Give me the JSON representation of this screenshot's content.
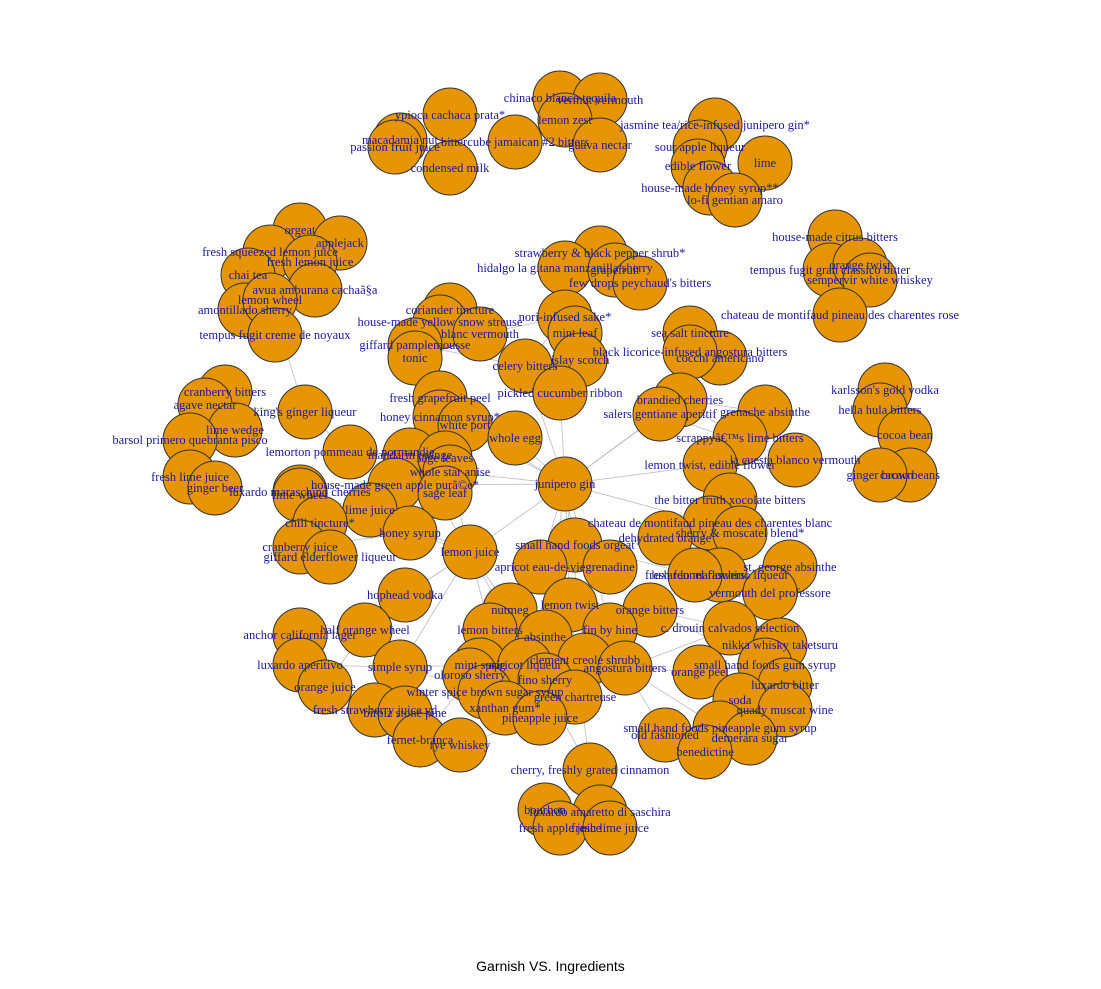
{
  "title": "Garnish VS. Ingredients",
  "colors": {
    "node_fill": "#e69500",
    "node_stroke": "#333333",
    "label": "#1a1aa0",
    "edge": "#bdbdbd"
  },
  "nodes": [
    {
      "id": "n1",
      "label": "chinaco blanco tequila"
    },
    {
      "id": "n2",
      "label": "vermut vermouth"
    },
    {
      "id": "n3",
      "label": "ypioca cachaca prata*"
    },
    {
      "id": "n4",
      "label": "lemon zest"
    },
    {
      "id": "n5",
      "label": "macadamia nut"
    },
    {
      "id": "n6",
      "label": "bittercube jamaican #2 bitters"
    },
    {
      "id": "n7",
      "label": "passion fruit juice"
    },
    {
      "id": "n8",
      "label": "guava nectar"
    },
    {
      "id": "n9",
      "label": "condensed milk"
    },
    {
      "id": "n10",
      "label": "jasmine tea/rice-infused junipero gin*"
    },
    {
      "id": "n11",
      "label": "sour apple liqueur"
    },
    {
      "id": "n12",
      "label": "edible flower"
    },
    {
      "id": "n13",
      "label": "lime"
    },
    {
      "id": "n14",
      "label": "house-made honey syrup**"
    },
    {
      "id": "n15",
      "label": "lo-fi gentian amaro"
    },
    {
      "id": "n16",
      "label": "orgeat"
    },
    {
      "id": "n17",
      "label": "applejack"
    },
    {
      "id": "n18",
      "label": "fresh squeezed lemon juice"
    },
    {
      "id": "n19",
      "label": "fresh lemon juice"
    },
    {
      "id": "n20",
      "label": "chai tea"
    },
    {
      "id": "n21",
      "label": "avua amburana cachaã§a"
    },
    {
      "id": "n22",
      "label": "amontillado sherry"
    },
    {
      "id": "n23",
      "label": "lemon wheel"
    },
    {
      "id": "n24",
      "label": "tempus fugit creme de noyaux"
    },
    {
      "id": "n25",
      "label": "house-made citrus bitters"
    },
    {
      "id": "n26",
      "label": "tempus fugit gran classico bitter"
    },
    {
      "id": "n27",
      "label": "orange twist"
    },
    {
      "id": "n28",
      "label": "sempervir white whiskey"
    },
    {
      "id": "n29",
      "label": "chateau de montifaud pineau des charentes rose"
    },
    {
      "id": "n30",
      "label": "strawberry & black pepper shrub*"
    },
    {
      "id": "n31",
      "label": "hidalgo la gitana manzanilla sherry"
    },
    {
      "id": "n32",
      "label": "grapefruit"
    },
    {
      "id": "n33",
      "label": "few drops peychaud's bitters"
    },
    {
      "id": "n34",
      "label": "coriander tincture"
    },
    {
      "id": "n35",
      "label": "house-made yellow snow streuse"
    },
    {
      "id": "n36",
      "label": "nori-infused sake*"
    },
    {
      "id": "n37",
      "label": "blanc vermouth"
    },
    {
      "id": "n38",
      "label": "mint leaf"
    },
    {
      "id": "n39",
      "label": "sea salt tincture"
    },
    {
      "id": "n40",
      "label": "giffard pamplemousse"
    },
    {
      "id": "n41",
      "label": "tonic"
    },
    {
      "id": "n42",
      "label": "celery bitters"
    },
    {
      "id": "n43",
      "label": "islay scotch"
    },
    {
      "id": "n44",
      "label": "cocchi americano"
    },
    {
      "id": "n45",
      "label": "black licorice-infused angostura bitters"
    },
    {
      "id": "n46",
      "label": "cranberry bitters"
    },
    {
      "id": "n47",
      "label": "agave nectar"
    },
    {
      "id": "n48",
      "label": "king's ginger liqueur"
    },
    {
      "id": "n49",
      "label": "lime wedge"
    },
    {
      "id": "n50",
      "label": "barsol primero quebranta pisco"
    },
    {
      "id": "n51",
      "label": "fresh lime juice"
    },
    {
      "id": "n52",
      "label": "ginger beer"
    },
    {
      "id": "n53",
      "label": "fresh grapefruit peel"
    },
    {
      "id": "n54",
      "label": "pickled cucumber ribbon"
    },
    {
      "id": "n55",
      "label": "brandied cherries"
    },
    {
      "id": "n56",
      "label": "honey cinnamon syrup*"
    },
    {
      "id": "n57",
      "label": "white port"
    },
    {
      "id": "n58",
      "label": "salers gentiane aperitif"
    },
    {
      "id": "n59",
      "label": "grenache absinthe"
    },
    {
      "id": "n60",
      "label": "whole egg"
    },
    {
      "id": "n61",
      "label": "scrappyâ€™s lime bitters"
    },
    {
      "id": "n62",
      "label": "karlsson's gold vodka"
    },
    {
      "id": "n63",
      "label": "hella hula bitters"
    },
    {
      "id": "n64",
      "label": "cocoa bean"
    },
    {
      "id": "n65",
      "label": "cacao beans"
    },
    {
      "id": "n66",
      "label": "ginger brown"
    },
    {
      "id": "n67",
      "label": "lemorton pommeau de normandie"
    },
    {
      "id": "n68",
      "label": "mandarin orange"
    },
    {
      "id": "n69",
      "label": "sage leaves"
    },
    {
      "id": "n70",
      "label": "whole star anise"
    },
    {
      "id": "n71",
      "label": "lemon twist, edible flower"
    },
    {
      "id": "n72",
      "label": "la cuesta blanco vermouth"
    },
    {
      "id": "n73",
      "label": "house-made green apple purã©e*"
    },
    {
      "id": "n74",
      "label": "junipero gin"
    },
    {
      "id": "n75",
      "label": "luxardo maraschino cherries"
    },
    {
      "id": "n76",
      "label": "lime juice"
    },
    {
      "id": "n77",
      "label": "sage leaf"
    },
    {
      "id": "n78",
      "label": "the bitter truth xocolate bitters"
    },
    {
      "id": "n79",
      "label": "lime wheel"
    },
    {
      "id": "n80",
      "label": "chateau de montifaud pineau des charentes blanc"
    },
    {
      "id": "n81",
      "label": "chili tincture*"
    },
    {
      "id": "n82",
      "label": "honey syrup"
    },
    {
      "id": "n83",
      "label": "dehydrated orange"
    },
    {
      "id": "n84",
      "label": "sherry & moscatel blend*"
    },
    {
      "id": "n85",
      "label": "cranberry juice"
    },
    {
      "id": "n86",
      "label": "giffard elderflower liqueur"
    },
    {
      "id": "n87",
      "label": "lemon juice"
    },
    {
      "id": "n88",
      "label": "small hand foods orgeat"
    },
    {
      "id": "n89",
      "label": "apricot eau-de-vie"
    },
    {
      "id": "n90",
      "label": "grenadine"
    },
    {
      "id": "n91",
      "label": "luxardo maraschino liqueur"
    },
    {
      "id": "n92",
      "label": "st. george absinthe"
    },
    {
      "id": "n93",
      "label": "fresh fennel flowers"
    },
    {
      "id": "n94",
      "label": "hophead vodka"
    },
    {
      "id": "n95",
      "label": "vermouth del professore"
    },
    {
      "id": "n96",
      "label": "half orange wheel"
    },
    {
      "id": "n97",
      "label": "anchor california lager"
    },
    {
      "id": "n98",
      "label": "nutmeg"
    },
    {
      "id": "n99",
      "label": "lemon twist"
    },
    {
      "id": "n100",
      "label": "orange bitters"
    },
    {
      "id": "n101",
      "label": "lemon bitters"
    },
    {
      "id": "n102",
      "label": "absinthe"
    },
    {
      "id": "n103",
      "label": "fin by hine"
    },
    {
      "id": "n104",
      "label": "c. drouin calvados selection"
    },
    {
      "id": "n105",
      "label": "nikka whisky taketsuru"
    },
    {
      "id": "n106",
      "label": "luxardo aperitivo"
    },
    {
      "id": "n107",
      "label": "simple syrup"
    },
    {
      "id": "n108",
      "label": "mint sprig"
    },
    {
      "id": "n109",
      "label": "oloroso sherry"
    },
    {
      "id": "n110",
      "label": "apricot liqueur"
    },
    {
      "id": "n111",
      "label": "clement creole shrubb"
    },
    {
      "id": "n112",
      "label": "small hand foods gum syrup"
    },
    {
      "id": "n113",
      "label": "orange peel"
    },
    {
      "id": "n114",
      "label": "angostura bitters"
    },
    {
      "id": "n115",
      "label": "fino sherry"
    },
    {
      "id": "n116",
      "label": "luxardo bitter"
    },
    {
      "id": "n117",
      "label": "orange juice"
    },
    {
      "id": "n118",
      "label": "winter spice brown sugar syrup"
    },
    {
      "id": "n119",
      "label": "green chartreuse"
    },
    {
      "id": "n120",
      "label": "soda"
    },
    {
      "id": "n121",
      "label": "quady muscat wine"
    },
    {
      "id": "n122",
      "label": "fresh strawberry juice vd"
    },
    {
      "id": "n123",
      "label": "xanthan gum*"
    },
    {
      "id": "n124",
      "label": "birbiz stone pine"
    },
    {
      "id": "n125",
      "label": "pineapple juice"
    },
    {
      "id": "n126",
      "label": "fernet-branca"
    },
    {
      "id": "n127",
      "label": "rye whiskey"
    },
    {
      "id": "n128",
      "label": "small hand foods pineapple gum syrup"
    },
    {
      "id": "n129",
      "label": "old fashioned"
    },
    {
      "id": "n130",
      "label": "demerara sugar"
    },
    {
      "id": "n131",
      "label": "benedictine"
    },
    {
      "id": "n132",
      "label": "cherry, freshly grated cinnamon"
    },
    {
      "id": "n133",
      "label": "bourbon"
    },
    {
      "id": "n134",
      "label": "luxardo amaretto di saschira"
    },
    {
      "id": "n135",
      "label": "fresh apple juice"
    },
    {
      "id": "n136",
      "label": "fresh lime juice"
    }
  ]
}
